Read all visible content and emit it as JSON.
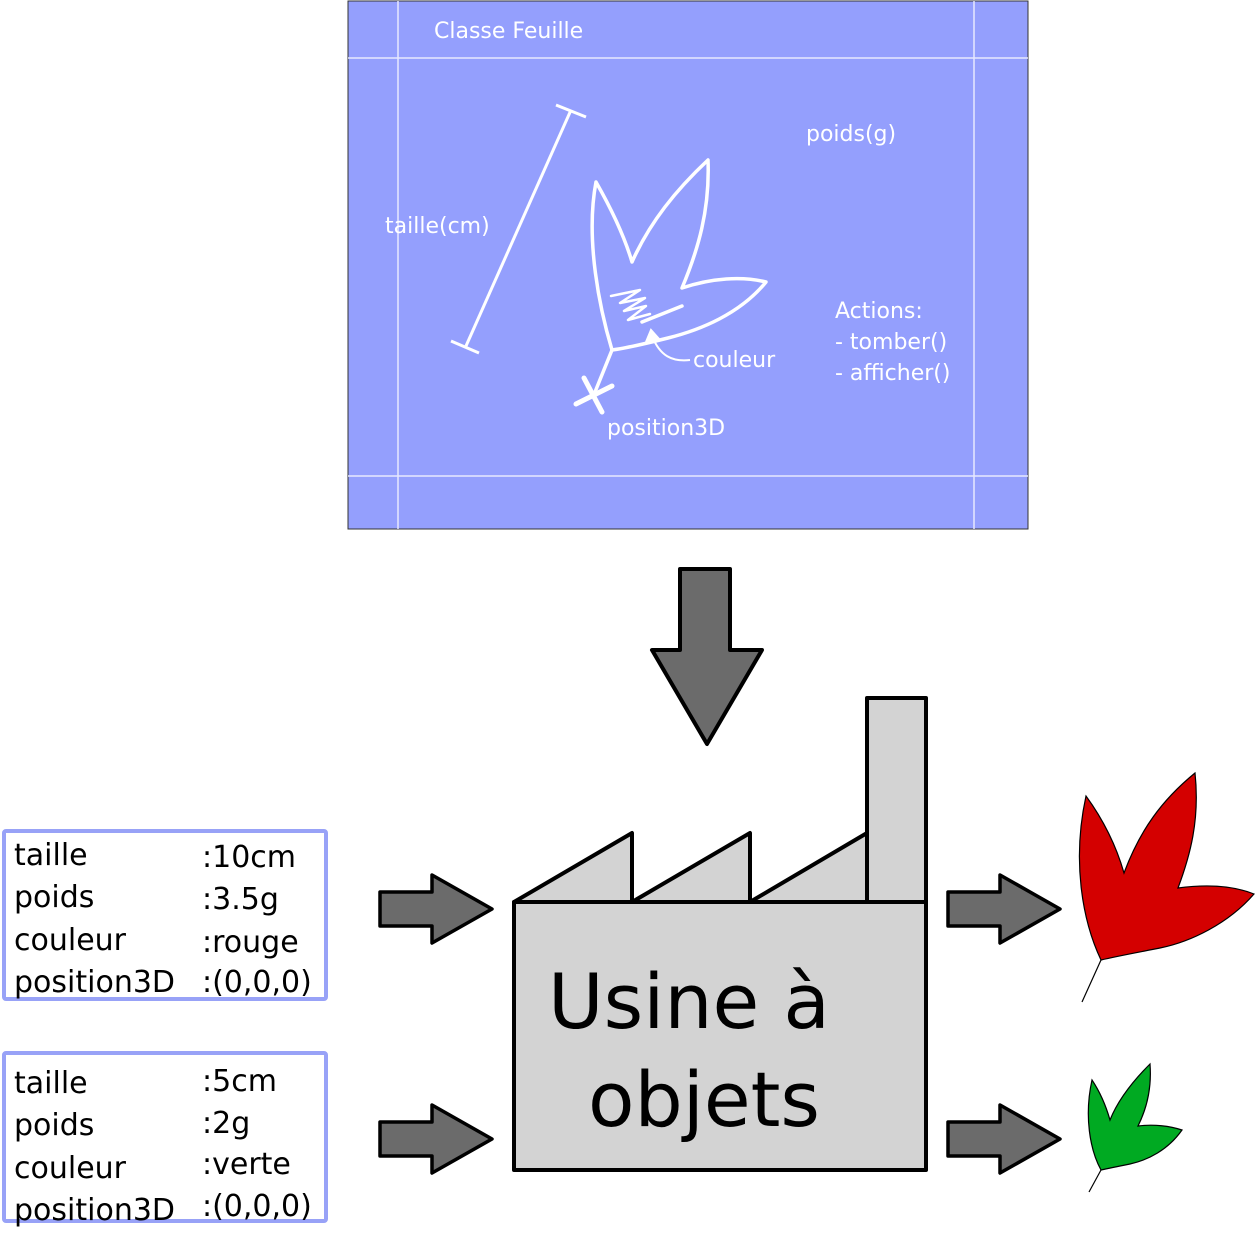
{
  "blueprint": {
    "title": "Classe Feuille",
    "weight_label": "poids(g)",
    "size_label": "taille(cm)",
    "color_label": "couleur",
    "position_label": "position3D",
    "actions": {
      "heading": "Actions:",
      "items": [
        "- tomber()",
        "- afficher()"
      ]
    },
    "colors": {
      "background": "#949ffd",
      "lines": "#ffffff"
    }
  },
  "factory": {
    "line1": "Usine à",
    "line2": "objets",
    "color": "#d3d3d3"
  },
  "instances": [
    {
      "props": [
        {
          "key": "taille",
          "value": ":10cm"
        },
        {
          "key": "poids",
          "value": ":3.5g"
        },
        {
          "key": "couleur",
          "value": ":rouge"
        },
        {
          "key": "position3D",
          "value": ":(0,0,0)"
        }
      ],
      "leaf_color": "#d40000"
    },
    {
      "props": [
        {
          "key": "taille",
          "value": ":5cm"
        },
        {
          "key": "poids",
          "value": ":2g"
        },
        {
          "key": "couleur",
          "value": ":verte"
        },
        {
          "key": "position3D",
          "value": ":(0,0,0)"
        }
      ],
      "leaf_color": "#00aa22"
    }
  ],
  "arrow_color": "#6b6b6b"
}
